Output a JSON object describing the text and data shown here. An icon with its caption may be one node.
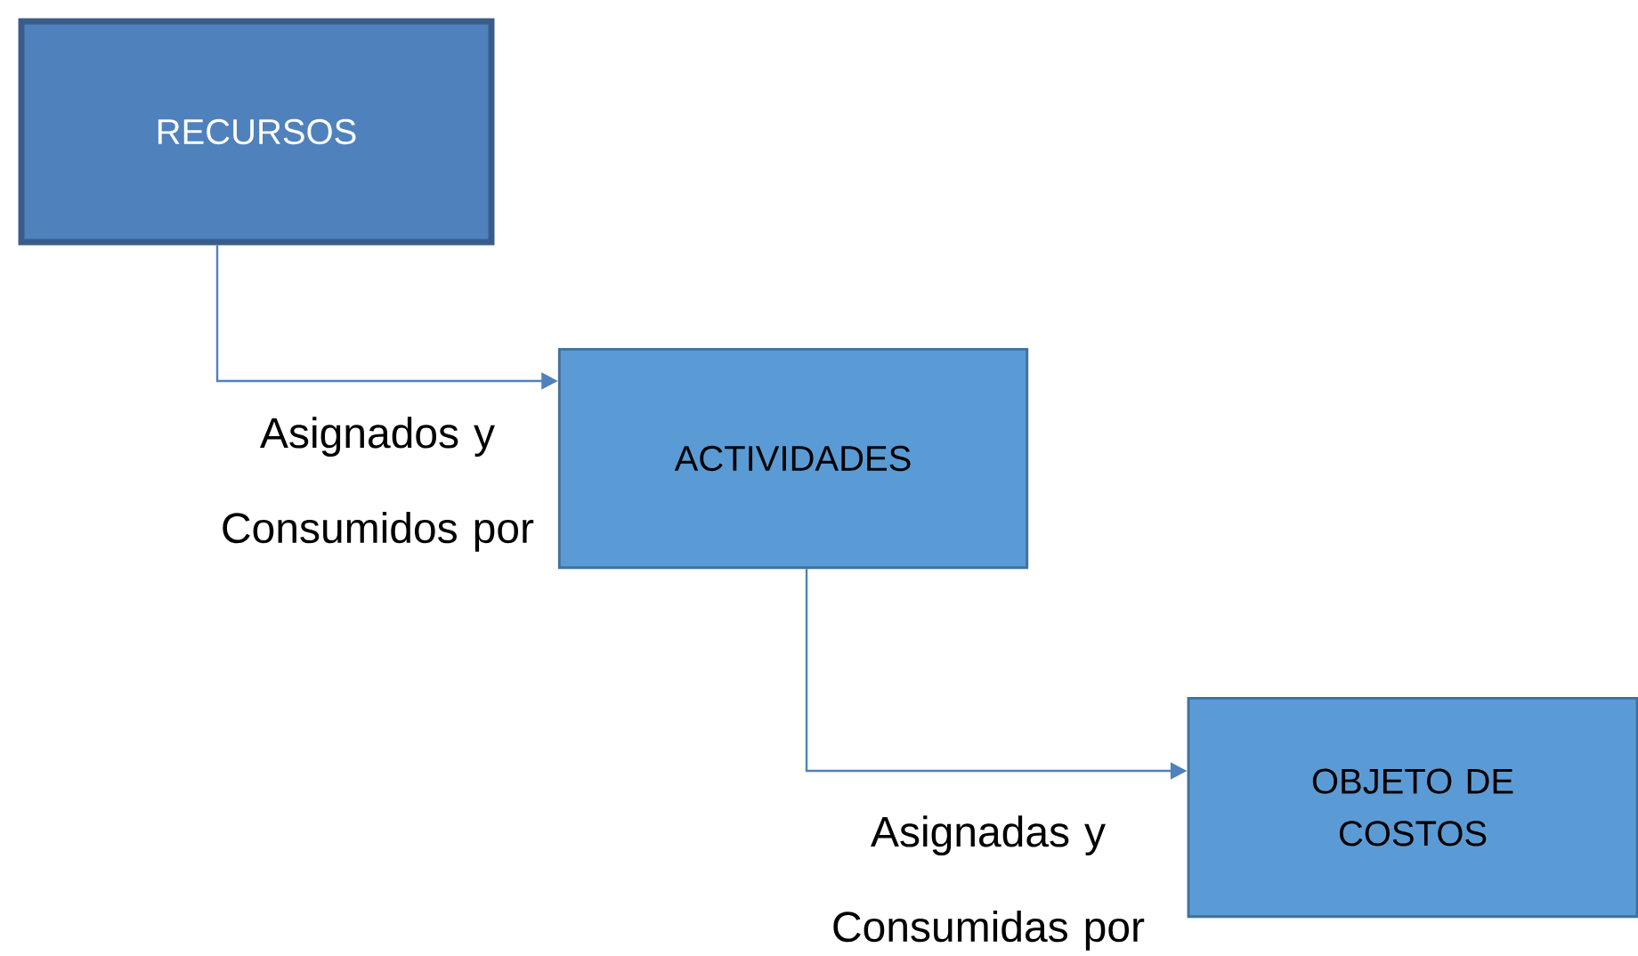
{
  "diagram": {
    "nodes": [
      {
        "text": [
          "RECURSOS"
        ]
      },
      {
        "text": [
          "ACTIVIDADES"
        ]
      },
      {
        "text": [
          "OBJETO DE COSTOS"
        ]
      }
    ],
    "edges": [
      {
        "from": 0,
        "to": 1,
        "arrow": "to",
        "label": "Asignados y Consumidos por"
      },
      {
        "from": 1,
        "to": 2,
        "arrow": "to",
        "label": "Asignadas y Consumidas por"
      }
    ]
  }
}
